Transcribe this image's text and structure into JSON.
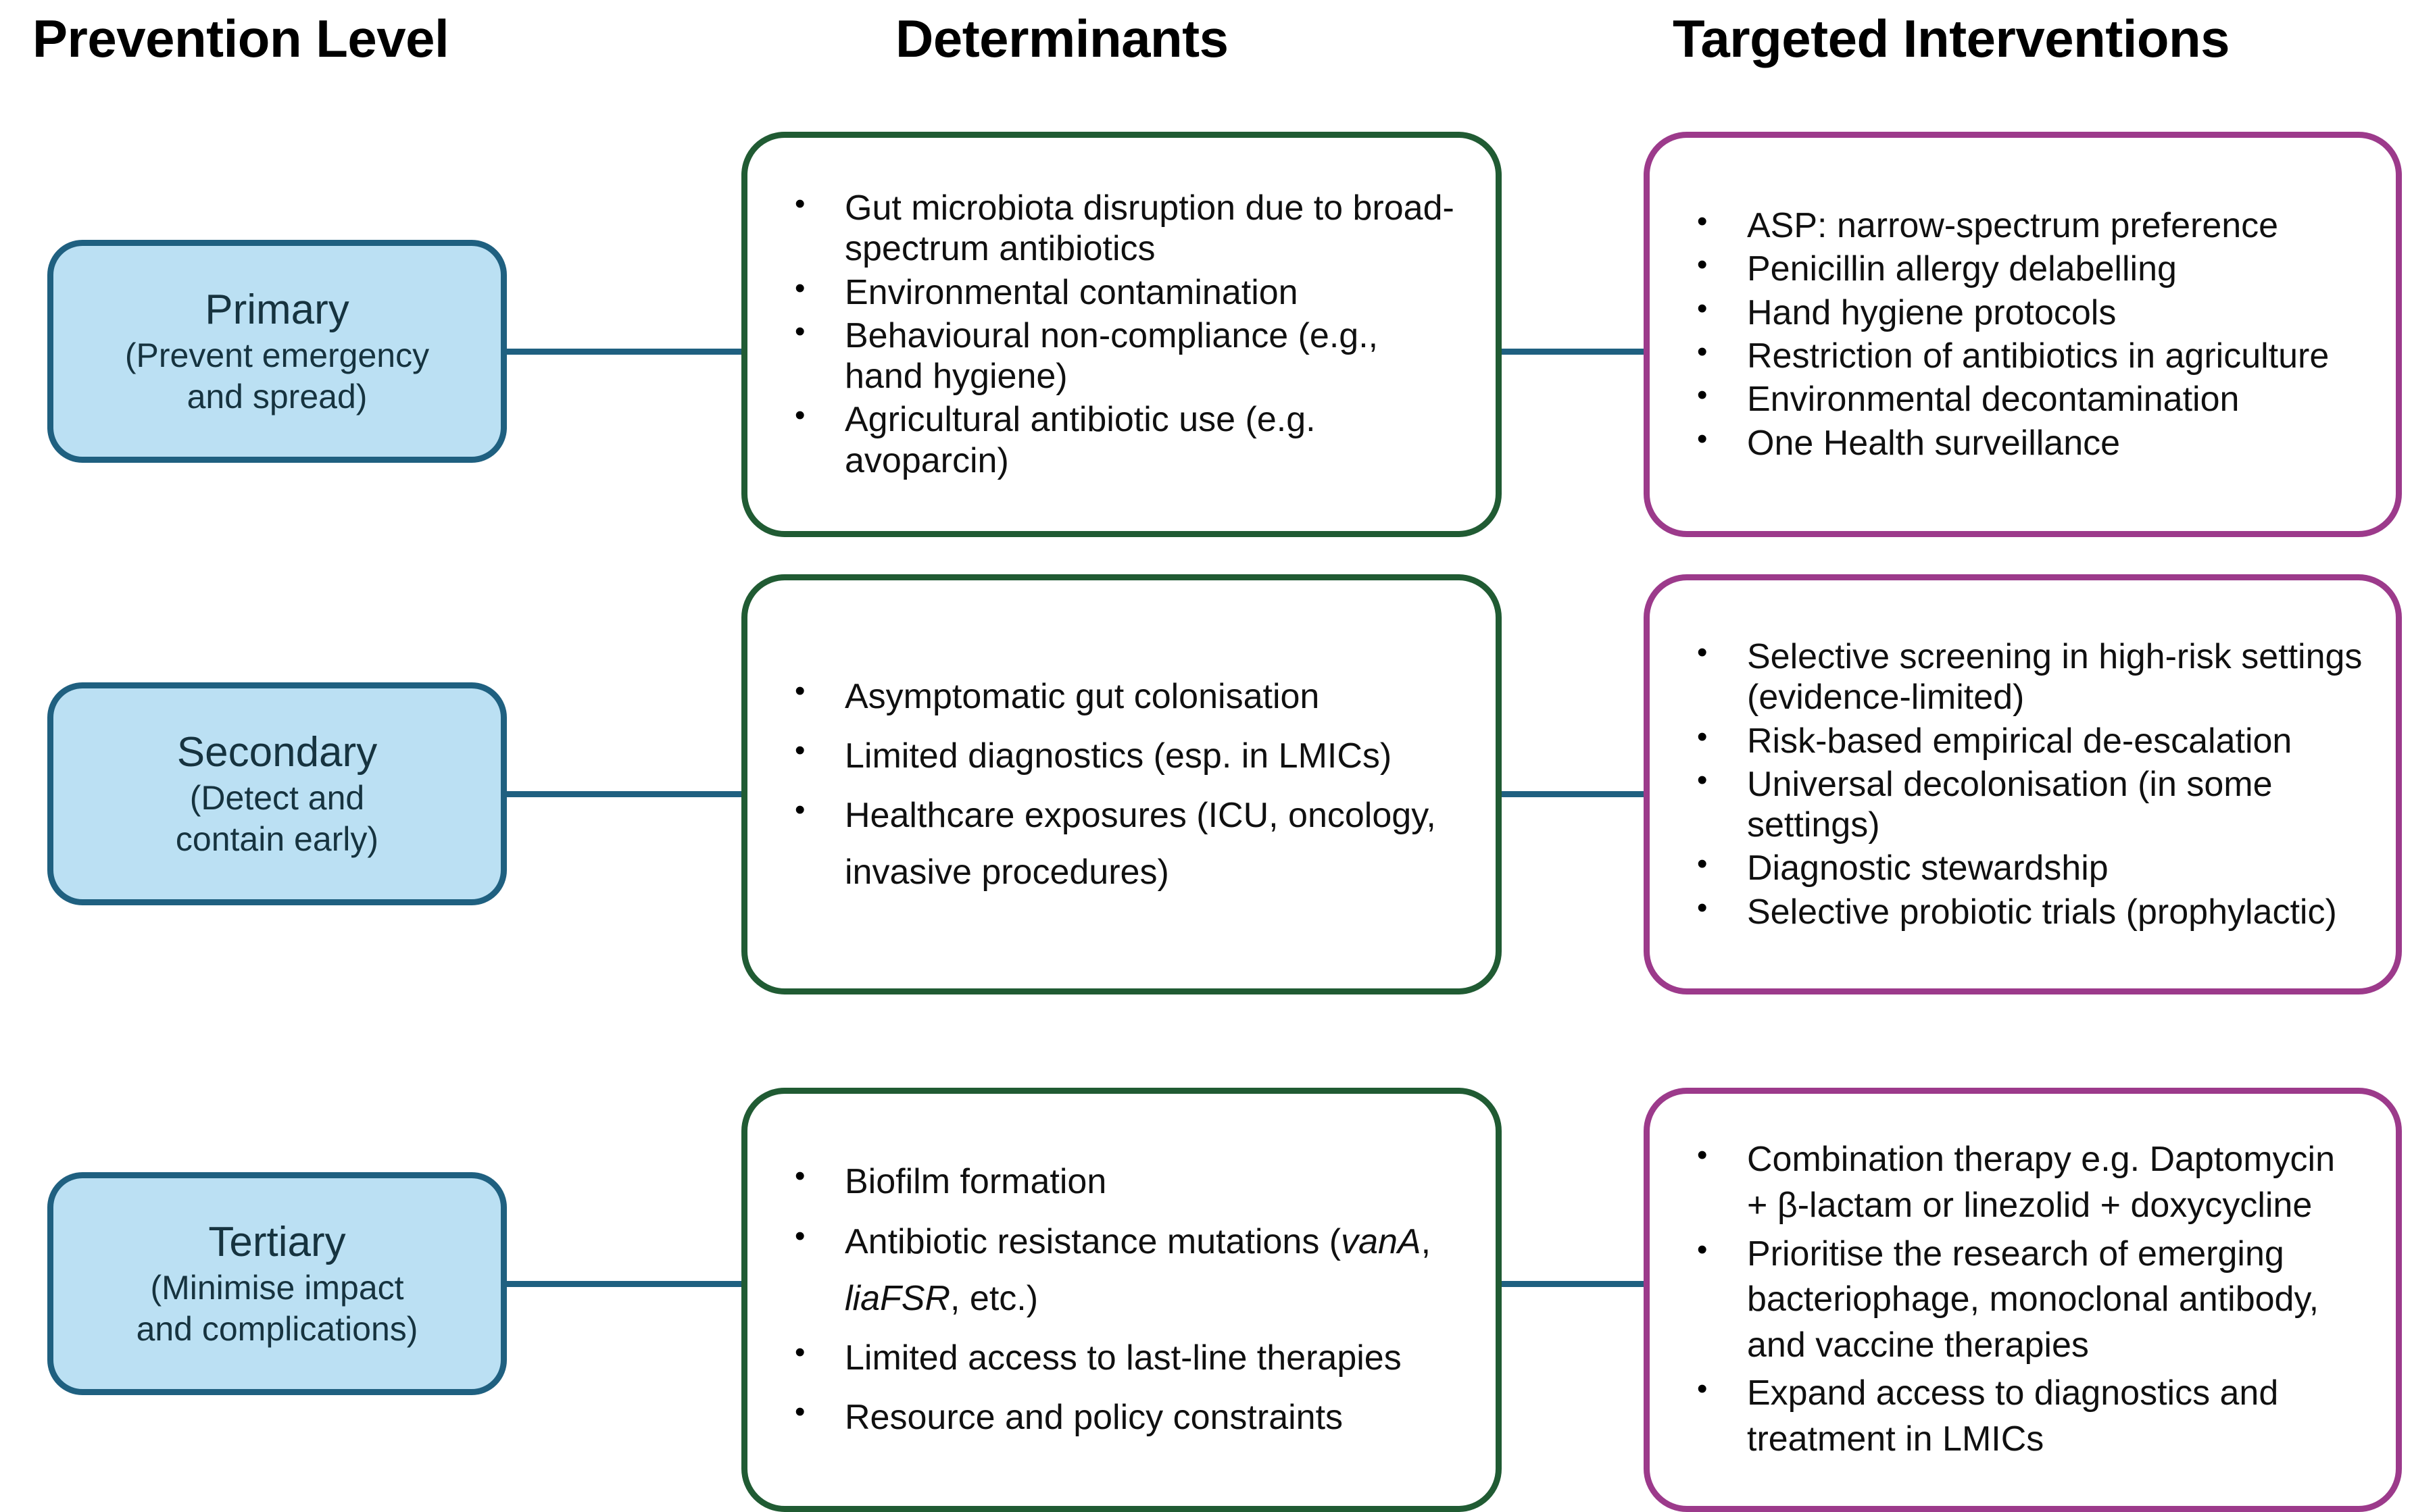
{
  "headers": {
    "prevention": "Prevention Level",
    "determinants": "Determinants",
    "interventions": "Targeted Interventions"
  },
  "colors": {
    "level_fill": "#bbe0f3",
    "level_border": "#1f6080",
    "determinants_border": "#205b33",
    "interventions_border": "#9c3a8b",
    "connector": "#1f6080",
    "text": "#101010"
  },
  "rows": [
    {
      "level": {
        "title": "Primary",
        "subtitle_line1": "(Prevent emergency",
        "subtitle_line2": "and spread)"
      },
      "determinants": [
        "Gut microbiota disruption due to broad-spectrum antibiotics",
        "Environmental contamination",
        "Behavioural non-compliance (e.g., hand hygiene)",
        "Agricultural antibiotic use (e.g. avoparcin)"
      ],
      "interventions": [
        "ASP: narrow-spectrum preference",
        "Penicillin allergy delabelling",
        "Hand hygiene protocols",
        "Restriction of antibiotics in agriculture",
        "Environmental decontamination",
        "One Health surveillance"
      ]
    },
    {
      "level": {
        "title": "Secondary",
        "subtitle_line1": "(Detect and",
        "subtitle_line2": "contain early)"
      },
      "determinants": [
        "Asymptomatic gut colonisation",
        "Limited diagnostics (esp. in LMICs)",
        "Healthcare exposures (ICU, oncology, invasive procedures)"
      ],
      "interventions": [
        "Selective screening in high-risk settings (evidence-limited)",
        "Risk-based empirical de-escalation",
        "Universal decolonisation (in some settings)",
        "Diagnostic stewardship",
        "Selective probiotic trials (prophylactic)"
      ]
    },
    {
      "level": {
        "title": "Tertiary",
        "subtitle_line1": "(Minimise impact",
        "subtitle_line2": "and complications)"
      },
      "determinants": [
        "Biofilm formation",
        "Antibiotic resistance mutations (vanA, liaFSR, etc.)",
        "Limited access to last-line therapies",
        "Resource and policy constraints"
      ],
      "determinants_italic_terms": [
        "vanA",
        "liaFSR"
      ],
      "interventions": [
        "Combination therapy e.g. Daptomycin + β-lactam or linezolid + doxycycline",
        "Prioritise the research of emerging bacteriophage, monoclonal antibody, and vaccine therapies",
        "Expand access to diagnostics and treatment in LMICs"
      ]
    }
  ]
}
